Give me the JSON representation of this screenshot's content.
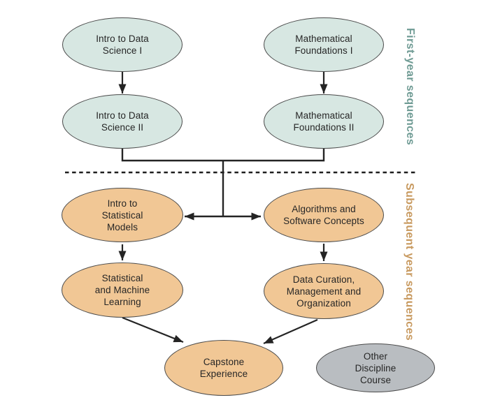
{
  "diagram": {
    "background": "#ffffff",
    "sections": {
      "first_year": {
        "label": "First-year sequences",
        "color": "#6f9b94"
      },
      "subsequent_year": {
        "label": "Subsequent year sequences",
        "color": "#c89a60"
      }
    },
    "nodes": {
      "intro_ds_1": {
        "label": "Intro to Data\nScience I",
        "fill": "#d7e7e2",
        "section": "first_year"
      },
      "math_f_1": {
        "label": "Mathematical\nFoundations I",
        "fill": "#d7e7e2",
        "section": "first_year"
      },
      "intro_ds_2": {
        "label": "Intro to Data\nScience II",
        "fill": "#d7e7e2",
        "section": "first_year"
      },
      "math_f_2": {
        "label": "Mathematical\nFoundations II",
        "fill": "#d7e7e2",
        "section": "first_year"
      },
      "stat_models": {
        "label": "Intro to\nStatistical\nModels",
        "fill": "#f1c795",
        "section": "subsequent_year"
      },
      "algo": {
        "label": "Algorithms and\nSoftware Concepts",
        "fill": "#f1c795",
        "section": "subsequent_year"
      },
      "stat_ml": {
        "label": "Statistical\nand Machine\nLearning",
        "fill": "#f1c795",
        "section": "subsequent_year"
      },
      "data_cur": {
        "label": "Data Curation,\nManagement and\nOrganization",
        "fill": "#f1c795",
        "section": "subsequent_year"
      },
      "capstone": {
        "label": "Capstone\nExperience",
        "fill": "#f1c795",
        "section": "subsequent_year"
      },
      "other": {
        "label": "Other\nDiscipline\nCourse",
        "fill": "#b9bdc1",
        "section": "other"
      }
    },
    "edges": [
      {
        "from": "intro_ds_1",
        "to": "intro_ds_2"
      },
      {
        "from": "math_f_1",
        "to": "math_f_2"
      },
      {
        "from": "intro_ds_2",
        "to": "junction"
      },
      {
        "from": "math_f_2",
        "to": "junction"
      },
      {
        "from": "junction",
        "to": "stat_models"
      },
      {
        "from": "junction",
        "to": "algo"
      },
      {
        "from": "stat_models",
        "to": "stat_ml"
      },
      {
        "from": "algo",
        "to": "data_cur"
      },
      {
        "from": "stat_ml",
        "to": "capstone"
      },
      {
        "from": "data_cur",
        "to": "capstone"
      }
    ],
    "divider": {
      "style": "dashed",
      "separates": [
        "first_year",
        "subsequent_year"
      ]
    },
    "colors": {
      "node_border": "#4a4a4a",
      "node_text": "#262626",
      "line": "#242424",
      "teal_fill": "#d7e7e2",
      "orange_fill": "#f1c795",
      "gray_fill": "#b9bdc1"
    }
  }
}
